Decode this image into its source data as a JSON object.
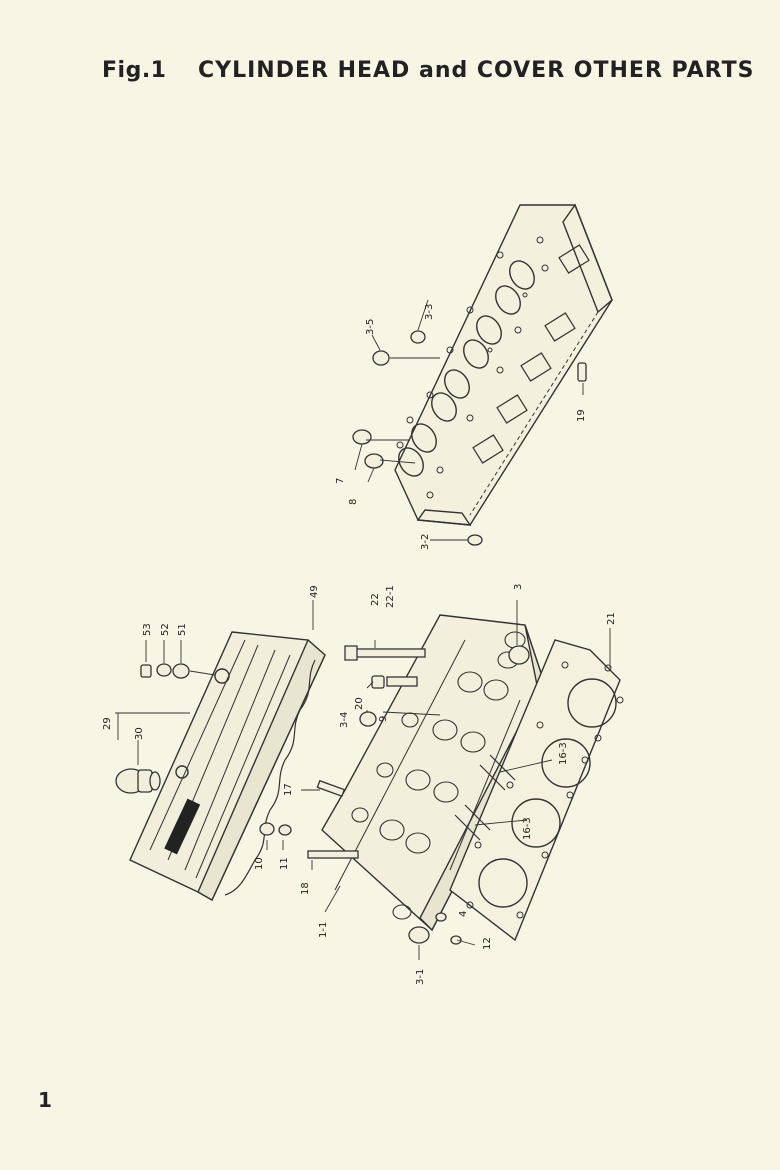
{
  "header": {
    "fig_number": "Fig.1",
    "title": "CYLINDER HEAD and COVER OTHER PARTS"
  },
  "page_number": "1",
  "callouts": {
    "c3_3": "3-3",
    "c3_5": "3-5",
    "c19": "19",
    "c7": "7",
    "c8": "8",
    "c3_2": "3-2",
    "c53": "53",
    "c52": "52",
    "c51": "51",
    "c49": "49",
    "c22": "22",
    "c22_1": "22-1",
    "c3": "3",
    "c21": "21",
    "c29": "29",
    "c30": "30",
    "c20": "20",
    "c3_4": "3-4",
    "c9": "9",
    "c16_3a": "16-3",
    "c16_3b": "16-3",
    "c17": "17",
    "c10": "10",
    "c11": "11",
    "c18": "18",
    "c1_1": "1-1",
    "c4": "4",
    "c12": "12",
    "c3_1": "3-1"
  }
}
